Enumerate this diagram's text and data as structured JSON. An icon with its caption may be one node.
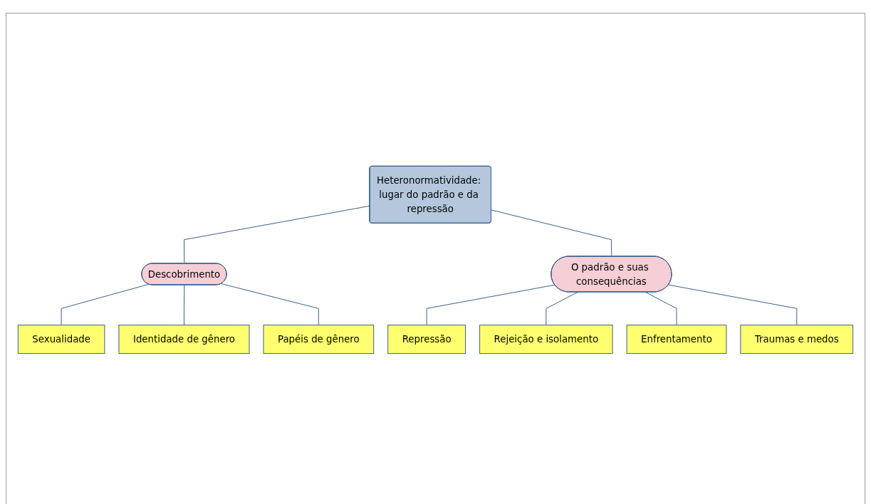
{
  "diagram": {
    "nodes": [
      {
        "text": [
          "Heteronormatividade: lugar do padrão e da repressão"
        ]
      },
      {
        "text": [
          "Descobrimento"
        ]
      },
      {
        "text": [
          "O padrão e suas consequências"
        ]
      },
      {
        "text": [
          "Sexualidade"
        ]
      },
      {
        "text": [
          "Identidade de gênero"
        ]
      },
      {
        "text": [
          "Papéis de gênero"
        ]
      },
      {
        "text": [
          "Repressão"
        ]
      },
      {
        "text": [
          "Rejeição e isolamento"
        ]
      },
      {
        "text": [
          "Enfrentamento"
        ]
      },
      {
        "text": [
          "Traumas e medos"
        ]
      }
    ],
    "edges": [
      {
        "from": 0,
        "to": 1,
        "arrow": "none"
      },
      {
        "from": 0,
        "to": 2,
        "arrow": "none"
      },
      {
        "from": 1,
        "to": 3,
        "arrow": "none"
      },
      {
        "from": 1,
        "to": 4,
        "arrow": "none"
      },
      {
        "from": 1,
        "to": 5,
        "arrow": "none"
      },
      {
        "from": 2,
        "to": 6,
        "arrow": "none"
      },
      {
        "from": 2,
        "to": 7,
        "arrow": "none"
      },
      {
        "from": 2,
        "to": 8,
        "arrow": "none"
      },
      {
        "from": 2,
        "to": 9,
        "arrow": "none"
      }
    ]
  }
}
